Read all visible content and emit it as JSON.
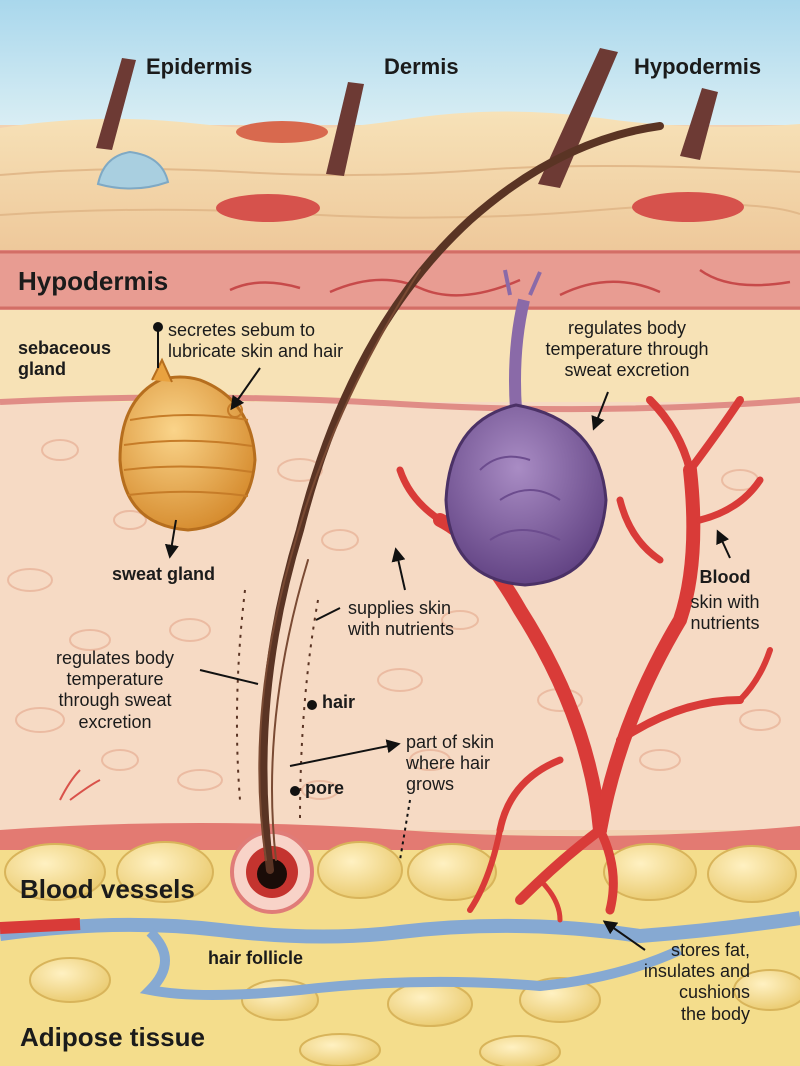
{
  "labels": {
    "epidermis": "Epidermis",
    "dermis": "Dermis",
    "hypodermis_top": "Hypodermis",
    "hypodermis_band": "Hypodermis",
    "sebaceous_gland": "sebaceous\ngland",
    "sebum_note": "secretes sebum to\nlubricate skin and hair",
    "sweat_note": "regulates body\ntemperature through\nsweat excretion",
    "sweat_gland": "sweat gland",
    "nutrients_note": "supplies skin\nwith nutrients",
    "blood_title": "Blood",
    "blood_note": "skin with\nnutrients",
    "temperature_note": "regulates body\ntemperature\nthrough sweat\nexcretion",
    "hair": "hair",
    "hair_growth_note": "part of skin\nwhere hair\ngrows",
    "pore": "pore",
    "blood_vessels": "Blood vessels",
    "hair_follicle": "hair follicle",
    "fat_note": "stores fat,\ninsulates and\ncushions\nthe body",
    "adipose_tissue": "Adipose tissue"
  },
  "colors": {
    "sky": "#bfe1ef",
    "epidermis": "#f3d7a6",
    "dermis_band": "#e7998f",
    "dermis_tissue": "#f6d9c2",
    "adipose": "#f4dc86",
    "sebaceous_gland": "#f0b04c",
    "sweat_gland": "#8a6aa8",
    "blood_vessel": "#d93b38",
    "vein": "#8fb2d8",
    "hair": "#5a3424"
  }
}
